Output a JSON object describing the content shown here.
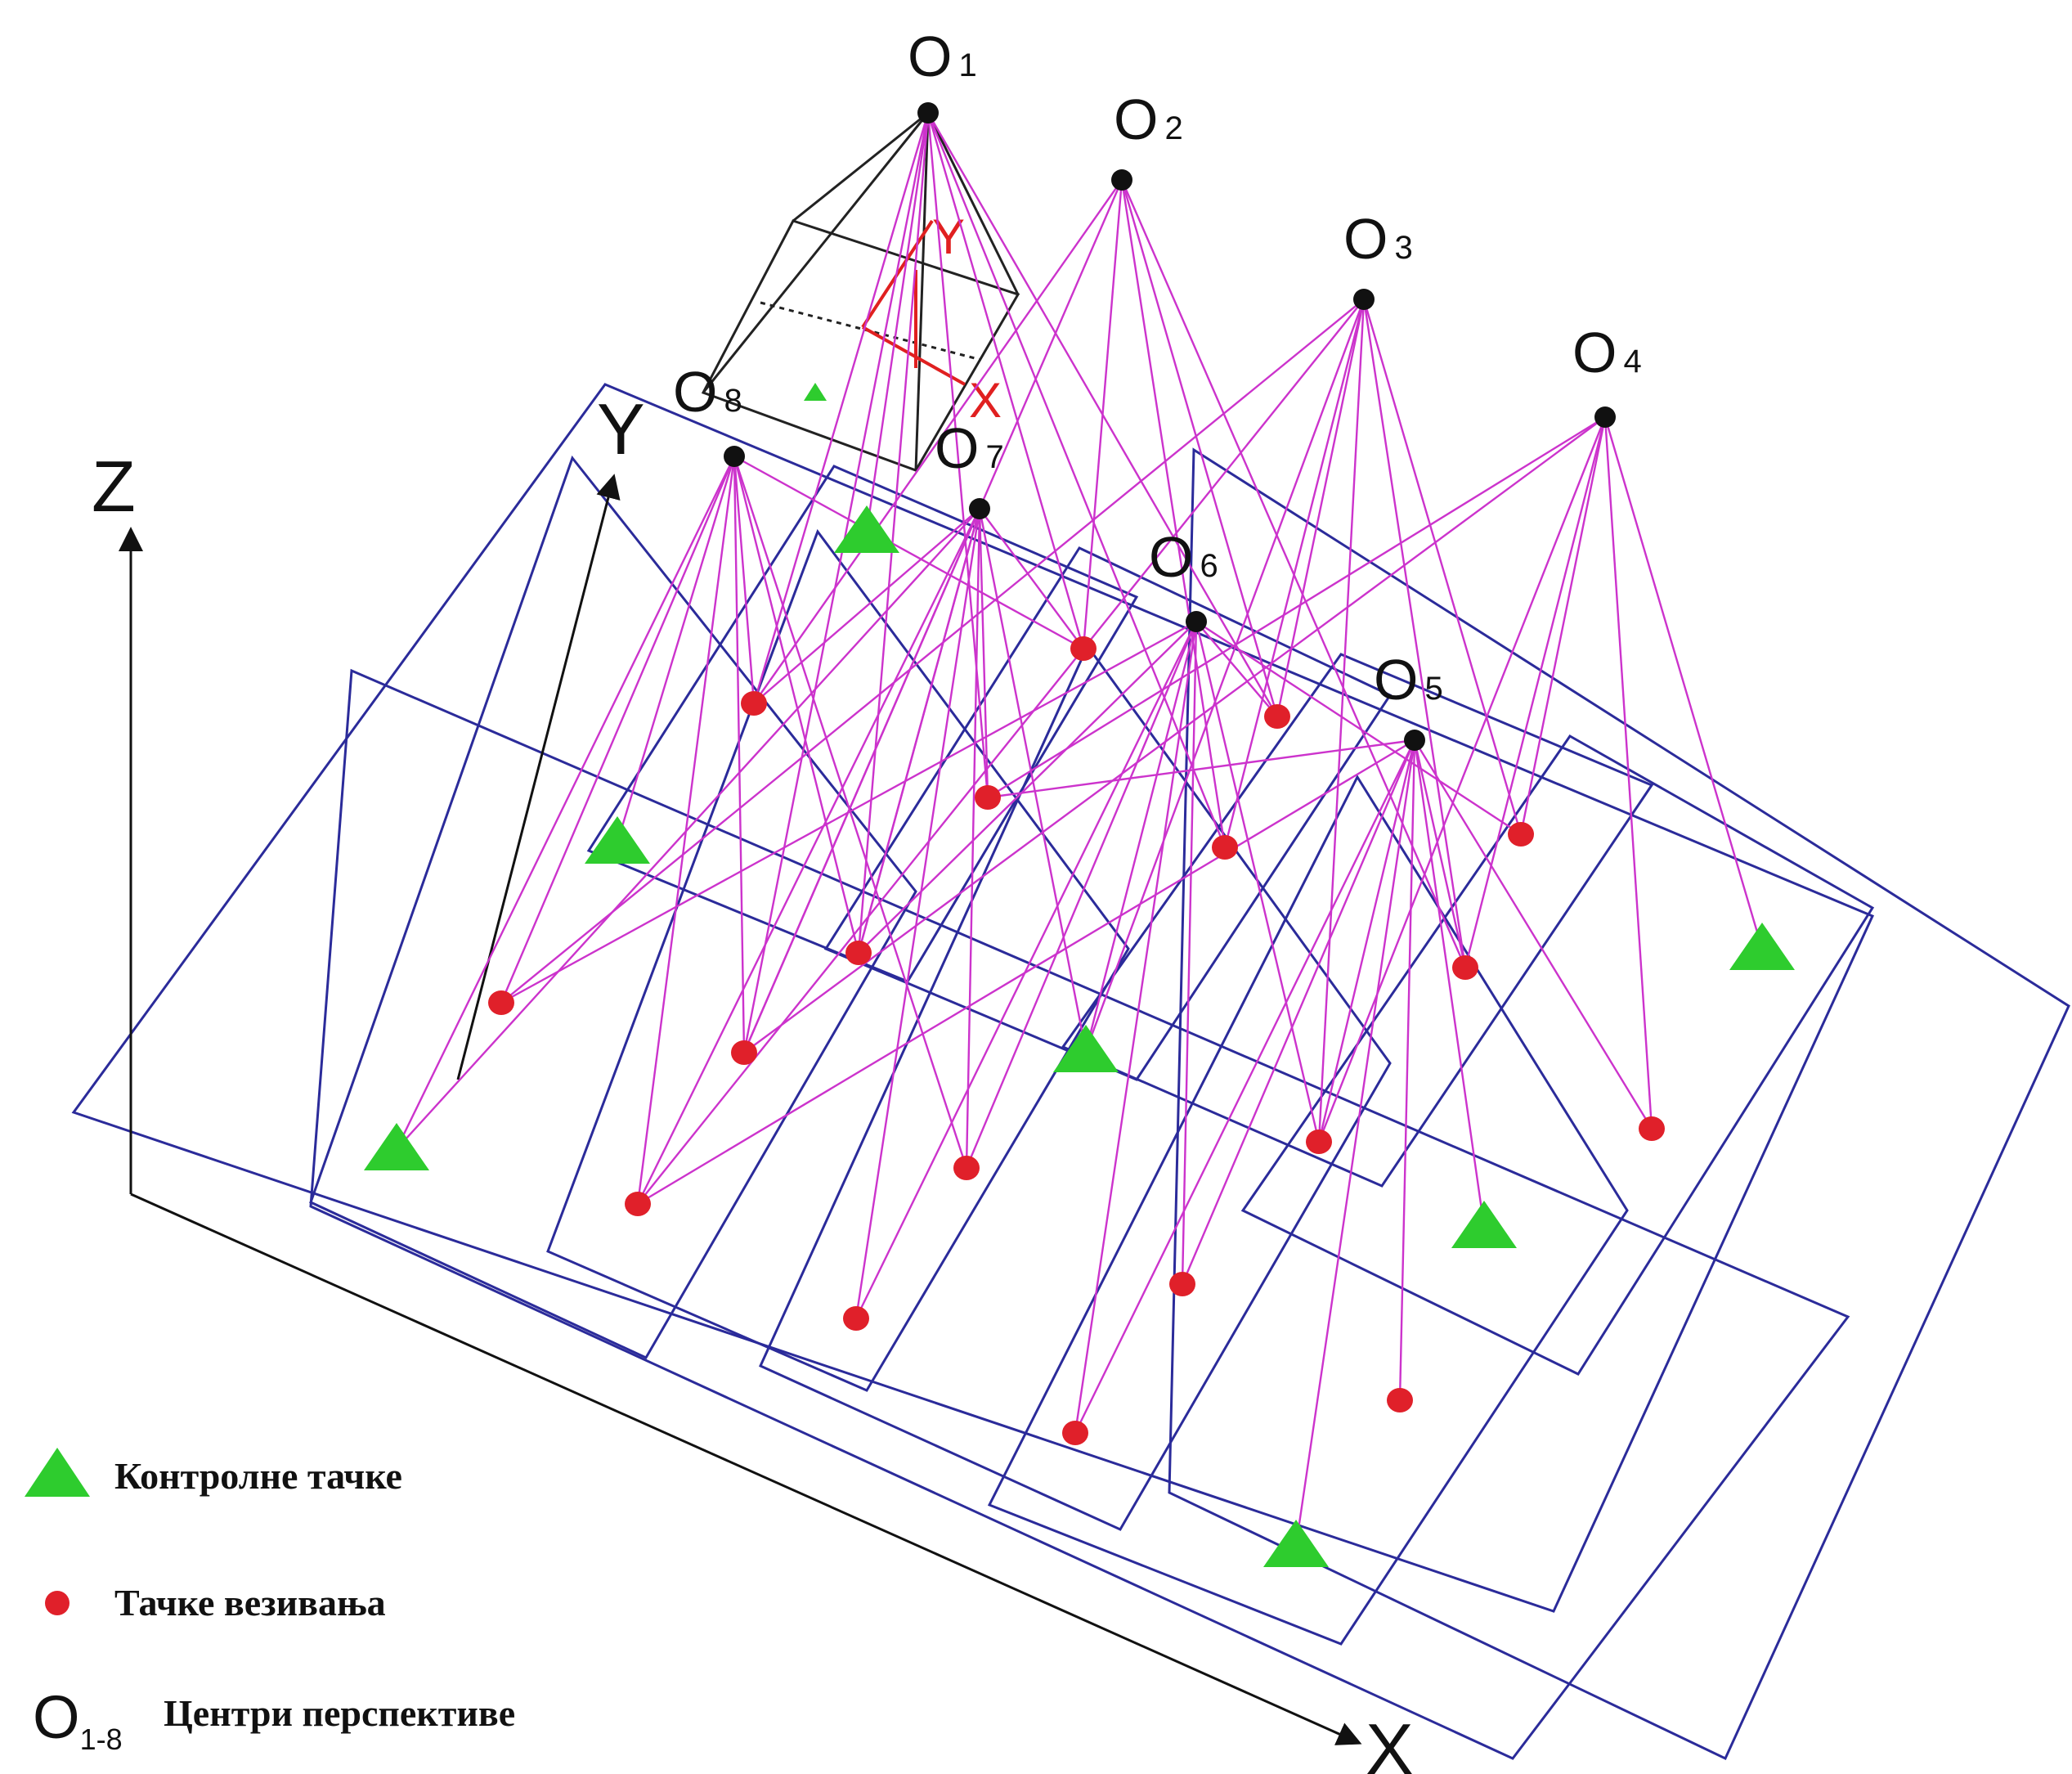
{
  "axes": {
    "x": "X",
    "y": "Y",
    "z": "Z"
  },
  "camera_axes": {
    "x": "X",
    "y": "Y"
  },
  "centers": [
    {
      "letter": "O",
      "sub": "1"
    },
    {
      "letter": "O",
      "sub": "2"
    },
    {
      "letter": "O",
      "sub": "3"
    },
    {
      "letter": "O",
      "sub": "4"
    },
    {
      "letter": "O",
      "sub": "5"
    },
    {
      "letter": "O",
      "sub": "6"
    },
    {
      "letter": "O",
      "sub": "7"
    },
    {
      "letter": "O",
      "sub": "8"
    }
  ],
  "legend": {
    "control_points": "Контролне тачке",
    "tie_points": "Тачке везивања",
    "centers_symbol": "O",
    "centers_sub": "1-8",
    "centers": "Центри перспективе"
  },
  "colors": {
    "footprint": "#2b2b9a",
    "ray": "#cc33cc",
    "control_point": "#2ecc2e",
    "tie_point": "#e0202a",
    "center": "#111111",
    "camera_axes": "#e02020"
  }
}
